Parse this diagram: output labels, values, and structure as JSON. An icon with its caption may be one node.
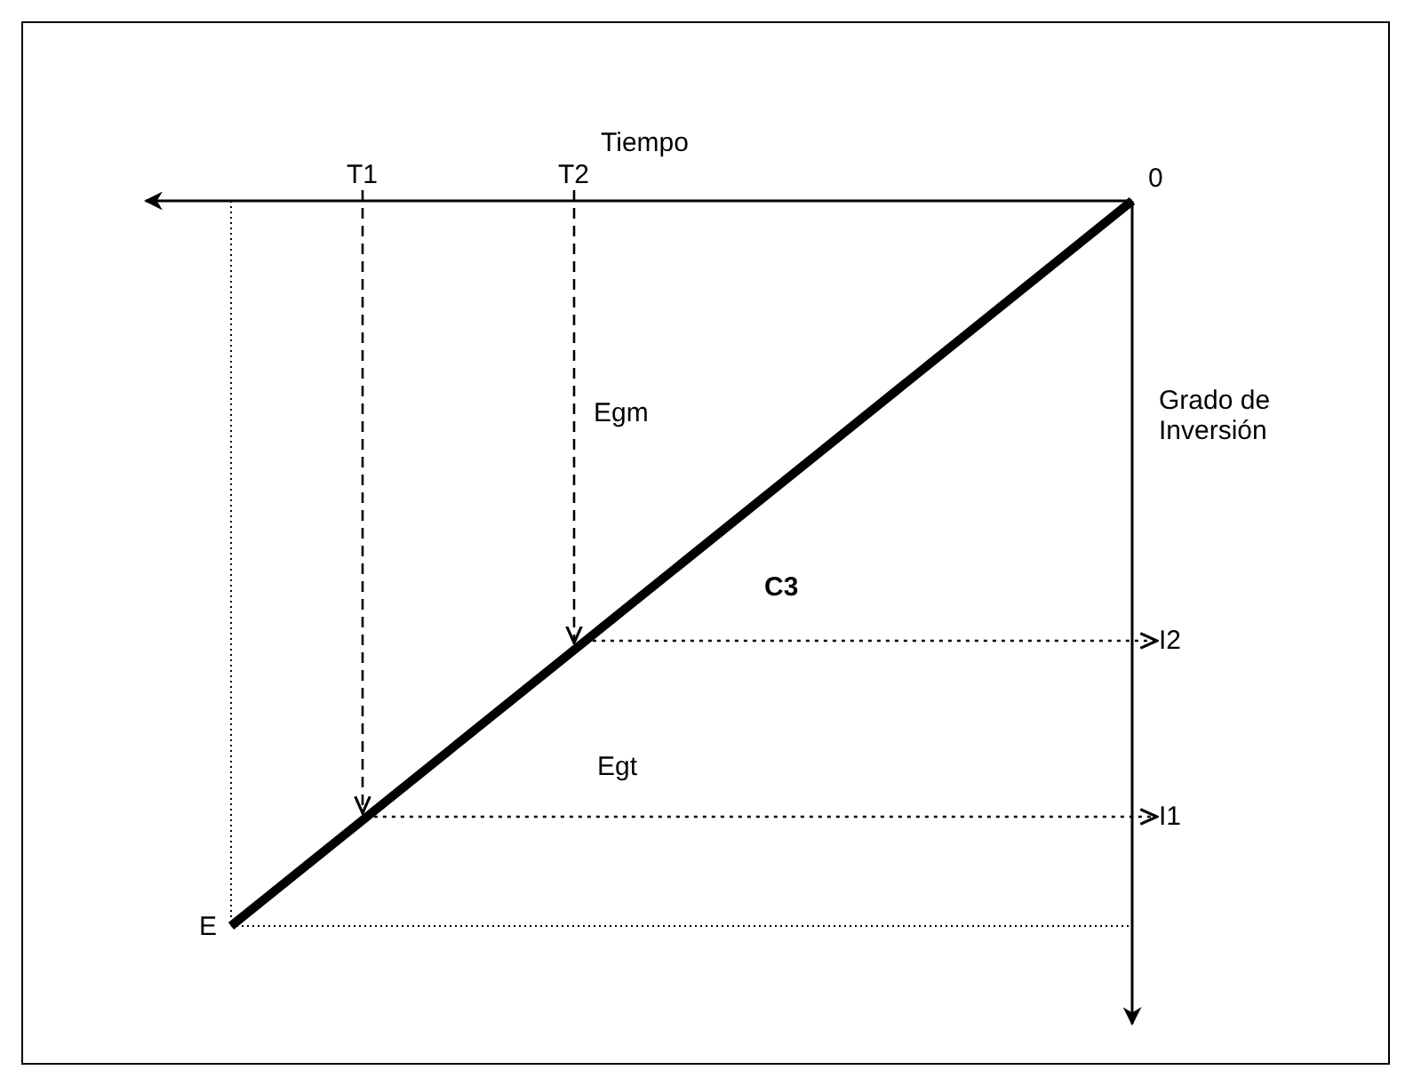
{
  "diagram": {
    "nodes": [
      {
        "text": [
          "T1"
        ]
      },
      {
        "text": [
          "T2"
        ]
      },
      {
        "text": [
          "I2"
        ]
      },
      {
        "text": [
          "I1"
        ]
      }
    ],
    "edges": [
      {
        "from": 0,
        "to": null,
        "arrow": "to",
        "style": "dashed"
      },
      {
        "from": 1,
        "to": null,
        "arrow": "to",
        "style": "dashed"
      },
      {
        "from": null,
        "to": 2,
        "arrow": "to",
        "style": "dashed"
      },
      {
        "from": null,
        "to": 3,
        "arrow": "to",
        "style": "dashed"
      }
    ],
    "labels": [
      "Tiempo",
      "0",
      "Egm",
      "Grado de Inversión",
      "C3",
      "Egt",
      "E"
    ]
  }
}
